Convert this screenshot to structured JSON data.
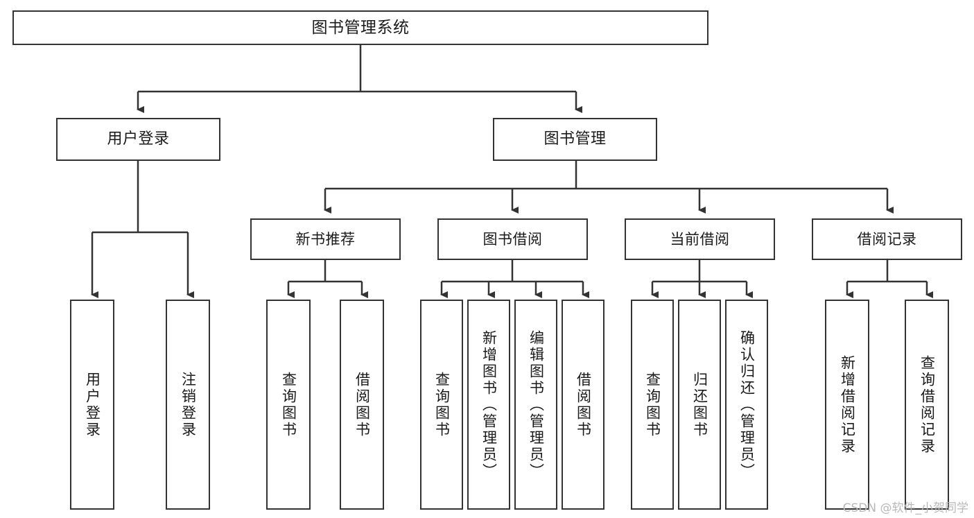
{
  "diagram": {
    "title": "图书管理系统",
    "type": "functional-structure-tree",
    "watermark": "CSDN @软件_小贺同学",
    "colors": {
      "box_border": "#333333",
      "box_fill": "#ffffff",
      "connector": "#333333",
      "text": "#1a1a1a",
      "watermark": "#b8b8b8"
    },
    "levels": {
      "root": {
        "label": "图书管理系统"
      },
      "level2": [
        {
          "id": "user-login",
          "label": "用户登录"
        },
        {
          "id": "book-management",
          "label": "图书管理"
        }
      ],
      "level3": [
        {
          "id": "new-book-recommend",
          "label": "新书推荐",
          "parent": "book-management"
        },
        {
          "id": "book-borrow",
          "label": "图书借阅",
          "parent": "book-management"
        },
        {
          "id": "current-borrow",
          "label": "当前借阅",
          "parent": "book-management"
        },
        {
          "id": "borrow-record",
          "label": "借阅记录",
          "parent": "book-management"
        }
      ],
      "leaves": [
        {
          "id": "leaf-user-login",
          "label": "用户登录",
          "parent": "user-login"
        },
        {
          "id": "leaf-logout",
          "label": "注销登录",
          "parent": "user-login"
        },
        {
          "id": "leaf-query-book-1",
          "label": "查询图书",
          "parent": "new-book-recommend"
        },
        {
          "id": "leaf-borrow-book-1",
          "label": "借阅图书",
          "parent": "new-book-recommend"
        },
        {
          "id": "leaf-query-book-2",
          "label": "查询图书",
          "parent": "book-borrow"
        },
        {
          "id": "leaf-add-book",
          "label": "新增图书（管理员）",
          "parent": "book-borrow"
        },
        {
          "id": "leaf-edit-book",
          "label": "编辑图书（管理员）",
          "parent": "book-borrow"
        },
        {
          "id": "leaf-borrow-book-2",
          "label": "借阅图书",
          "parent": "book-borrow"
        },
        {
          "id": "leaf-query-book-3",
          "label": "查询图书",
          "parent": "current-borrow"
        },
        {
          "id": "leaf-return-book",
          "label": "归还图书",
          "parent": "current-borrow"
        },
        {
          "id": "leaf-confirm-return",
          "label": "确认归还（管理员）",
          "parent": "current-borrow"
        },
        {
          "id": "leaf-add-record",
          "label": "新增借阅记录",
          "parent": "borrow-record"
        },
        {
          "id": "leaf-query-record",
          "label": "查询借阅记录",
          "parent": "borrow-record"
        }
      ]
    }
  }
}
